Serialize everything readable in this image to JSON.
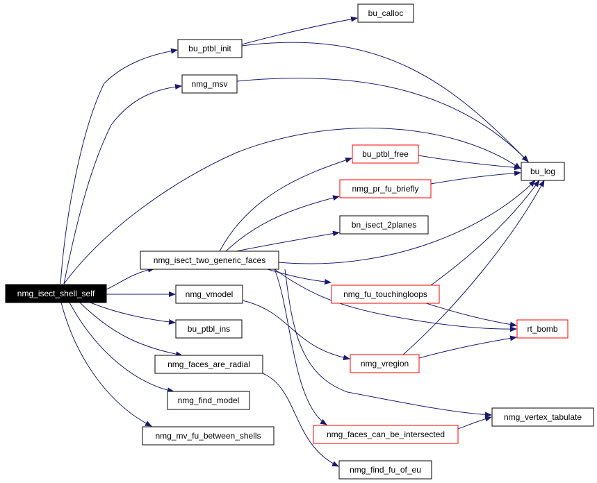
{
  "graph": {
    "nodes": [
      {
        "id": "root",
        "label": "nmg_isect_shell_self",
        "style": "root"
      },
      {
        "id": "calloc",
        "label": "bu_calloc",
        "style": "plain"
      },
      {
        "id": "ptbl_init",
        "label": "bu_ptbl_init",
        "style": "plain"
      },
      {
        "id": "msv",
        "label": "nmg_msv",
        "style": "plain"
      },
      {
        "id": "ptbl_free",
        "label": "bu_ptbl_free",
        "style": "red"
      },
      {
        "id": "log",
        "label": "bu_log",
        "style": "plain"
      },
      {
        "id": "pr_fu",
        "label": "nmg_pr_fu_briefly",
        "style": "red"
      },
      {
        "id": "isect2",
        "label": "bn_isect_2planes",
        "style": "plain"
      },
      {
        "id": "two_generic",
        "label": "nmg_isect_two_generic_faces",
        "style": "plain"
      },
      {
        "id": "touching",
        "label": "nmg_fu_touchingloops",
        "style": "red"
      },
      {
        "id": "vmodel",
        "label": "nmg_vmodel",
        "style": "plain"
      },
      {
        "id": "rt_bomb",
        "label": "rt_bomb",
        "style": "red"
      },
      {
        "id": "ptbl_ins",
        "label": "bu_ptbl_ins",
        "style": "plain"
      },
      {
        "id": "vregion",
        "label": "nmg_vregion",
        "style": "red"
      },
      {
        "id": "radial",
        "label": "nmg_faces_are_radial",
        "style": "plain"
      },
      {
        "id": "find_model",
        "label": "nmg_find_model",
        "style": "plain"
      },
      {
        "id": "vertex_tab",
        "label": "nmg_vertex_tabulate",
        "style": "plain"
      },
      {
        "id": "faces_can",
        "label": "nmg_faces_can_be_intersected",
        "style": "red"
      },
      {
        "id": "mv_fu",
        "label": "nmg_mv_fu_between_shells",
        "style": "plain"
      },
      {
        "id": "find_fu",
        "label": "nmg_find_fu_of_eu",
        "style": "plain"
      }
    ],
    "edges": [
      {
        "from": "ptbl_init",
        "to": "calloc"
      },
      {
        "from": "root",
        "to": "ptbl_init"
      },
      {
        "from": "root",
        "to": "msv"
      },
      {
        "from": "root",
        "to": "log"
      },
      {
        "from": "root",
        "to": "two_generic"
      },
      {
        "from": "root",
        "to": "vmodel"
      },
      {
        "from": "root",
        "to": "ptbl_ins"
      },
      {
        "from": "root",
        "to": "radial"
      },
      {
        "from": "root",
        "to": "find_model"
      },
      {
        "from": "root",
        "to": "mv_fu"
      },
      {
        "from": "ptbl_init",
        "to": "log"
      },
      {
        "from": "msv",
        "to": "log"
      },
      {
        "from": "ptbl_free",
        "to": "log"
      },
      {
        "from": "pr_fu",
        "to": "log"
      },
      {
        "from": "two_generic",
        "to": "ptbl_free"
      },
      {
        "from": "two_generic",
        "to": "pr_fu"
      },
      {
        "from": "two_generic",
        "to": "isect2"
      },
      {
        "from": "two_generic",
        "to": "log"
      },
      {
        "from": "two_generic",
        "to": "touching"
      },
      {
        "from": "two_generic",
        "to": "rt_bomb"
      },
      {
        "from": "two_generic",
        "to": "vertex_tab"
      },
      {
        "from": "two_generic",
        "to": "faces_can"
      },
      {
        "from": "touching",
        "to": "log"
      },
      {
        "from": "touching",
        "to": "rt_bomb"
      },
      {
        "from": "vmodel",
        "to": "vregion"
      },
      {
        "from": "vregion",
        "to": "log"
      },
      {
        "from": "vregion",
        "to": "rt_bomb"
      },
      {
        "from": "radial",
        "to": "find_fu"
      },
      {
        "from": "faces_can",
        "to": "vertex_tab"
      }
    ]
  },
  "colors": {
    "edge": "#191970",
    "root_fill": "#000000",
    "root_text": "#ffffff",
    "plain_border": "#000000",
    "red_border": "#ff0000",
    "node_fill": "#ffffff",
    "node_text": "#000000"
  }
}
